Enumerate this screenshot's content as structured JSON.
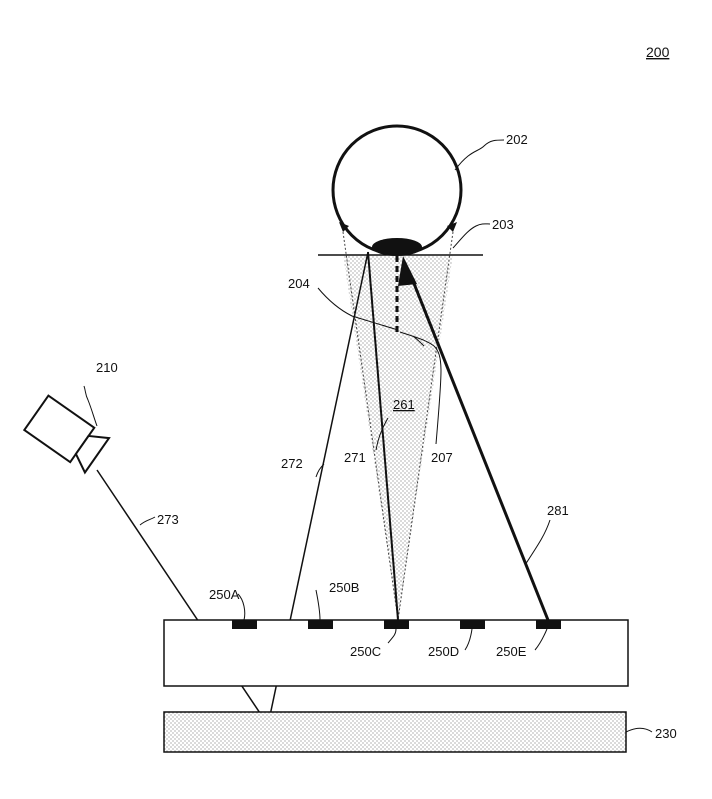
{
  "figure": {
    "number": "200",
    "colors": {
      "ink": "#111111",
      "stipple": "#9a9a9a",
      "background": "#ffffff"
    }
  },
  "labels": {
    "eye": "202",
    "lens_plane": "203",
    "axis": "204",
    "gaze_vector": "207",
    "camera": "210",
    "reflector": "230",
    "cone": "261",
    "ray_271": "271",
    "ray_272": "272",
    "ray_273": "273",
    "ray_281": "281",
    "light_a": "250A",
    "light_b": "250B",
    "light_c": "250C",
    "light_d": "250D",
    "light_e": "250E"
  }
}
